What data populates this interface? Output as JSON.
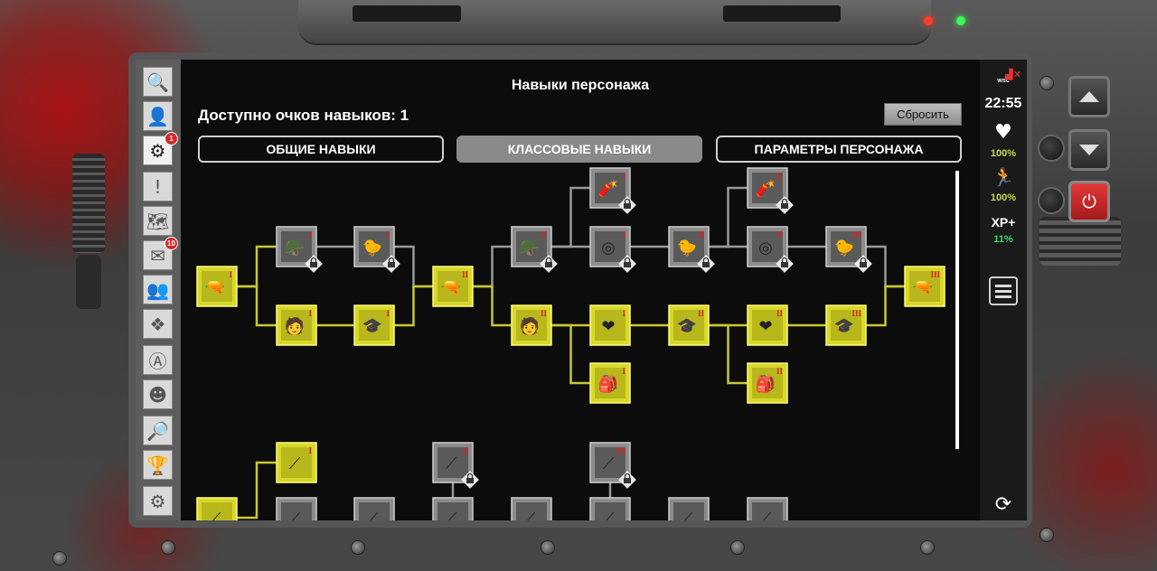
{
  "header": {
    "title": "Навыки персонажа",
    "points_label": "Доступно очков навыков: 1",
    "reset_label": "Сбросить"
  },
  "tabs": [
    {
      "label": "ОБЩИЕ НАВЫКИ",
      "active": false
    },
    {
      "label": "КЛАССОВЫЕ НАВЫКИ",
      "active": true
    },
    {
      "label": "ПАРАМЕТРЫ ПЕРСОНАЖА",
      "active": false
    }
  ],
  "sidebar": {
    "items": [
      {
        "name": "search-person",
        "icon": "🔍",
        "badge": ""
      },
      {
        "name": "character",
        "icon": "👤",
        "badge": ""
      },
      {
        "name": "skills",
        "icon": "⚙",
        "badge": "1"
      },
      {
        "name": "alerts",
        "icon": "!",
        "badge": ""
      },
      {
        "name": "map",
        "icon": "🗺",
        "badge": ""
      },
      {
        "name": "mail",
        "icon": "✉",
        "badge": "10"
      },
      {
        "name": "group",
        "icon": "👥",
        "badge": ""
      },
      {
        "name": "clan",
        "icon": "❖",
        "badge": ""
      },
      {
        "name": "faction",
        "icon": "Ⓐ",
        "badge": ""
      },
      {
        "name": "masks",
        "icon": "☻",
        "badge": ""
      },
      {
        "name": "journal",
        "icon": "🔎",
        "badge": ""
      },
      {
        "name": "trophy",
        "icon": "🏆",
        "badge": ""
      },
      {
        "name": "settings",
        "icon": "⚙",
        "badge": ""
      }
    ]
  },
  "status": {
    "network_label": "wsc",
    "time": "22:55",
    "health": "100%",
    "stamina": "100%",
    "xp_label": "XP+",
    "xp_value": "11%"
  },
  "colors": {
    "active_line": "#c8c832",
    "locked_line": "#9a9a9a",
    "active_tile": "#d8d82a",
    "locked_tile": "#8c8c8c",
    "level_text": "#e02020"
  },
  "skill_tree": {
    "nodes": [
      {
        "id": "n1",
        "icon": "machine-gun-icon",
        "level": "I",
        "state": "active"
      },
      {
        "id": "n2",
        "icon": "helmet-soldier-icon",
        "level": "I",
        "state": "locked"
      },
      {
        "id": "n3",
        "icon": "chick-icon",
        "level": "I",
        "state": "locked"
      },
      {
        "id": "n4",
        "icon": "cap-soldier-icon",
        "level": "I",
        "state": "active"
      },
      {
        "id": "n5",
        "icon": "graduation-cap-icon",
        "level": "I",
        "state": "active"
      },
      {
        "id": "n6",
        "icon": "machine-gun-icon",
        "level": "II",
        "state": "active"
      },
      {
        "id": "n7",
        "icon": "helmet-soldier-icon",
        "level": "II",
        "state": "locked"
      },
      {
        "id": "n8",
        "icon": "cap-soldier-icon",
        "level": "II",
        "state": "active"
      },
      {
        "id": "n9",
        "icon": "detonator-icon",
        "level": "I",
        "state": "locked"
      },
      {
        "id": "n10",
        "icon": "target-icon",
        "level": "I",
        "state": "locked"
      },
      {
        "id": "n11",
        "icon": "heart-hand-icon",
        "level": "I",
        "state": "active"
      },
      {
        "id": "n12",
        "icon": "medkit-icon",
        "level": "I",
        "state": "active"
      },
      {
        "id": "n13",
        "icon": "chick-icon",
        "level": "II",
        "state": "locked"
      },
      {
        "id": "n14",
        "icon": "graduation-cap-icon",
        "level": "II",
        "state": "active"
      },
      {
        "id": "n15",
        "icon": "detonator-icon",
        "level": "II",
        "state": "locked"
      },
      {
        "id": "n16",
        "icon": "target-icon",
        "level": "II",
        "state": "locked"
      },
      {
        "id": "n17",
        "icon": "heart-hand-icon",
        "level": "II",
        "state": "active"
      },
      {
        "id": "n18",
        "icon": "medkit-icon",
        "level": "II",
        "state": "active"
      },
      {
        "id": "n19",
        "icon": "chick-icon",
        "level": "III",
        "state": "locked"
      },
      {
        "id": "n20",
        "icon": "graduation-cap-icon",
        "level": "III",
        "state": "active"
      },
      {
        "id": "n21",
        "icon": "machine-gun-icon",
        "level": "III",
        "state": "active"
      },
      {
        "id": "b1",
        "icon": "sniper-rifle-icon",
        "level": "",
        "state": "active"
      },
      {
        "id": "b2",
        "icon": "sniper-rifle-icon",
        "level": "I",
        "state": "active"
      },
      {
        "id": "b3",
        "icon": "sniper-rifle-icon",
        "level": "",
        "state": "locked"
      },
      {
        "id": "b4",
        "icon": "rifle-icon",
        "level": "II",
        "state": "locked"
      },
      {
        "id": "b5",
        "icon": "rifle-icon",
        "level": "",
        "state": "locked"
      },
      {
        "id": "b6",
        "icon": "rifle-icon",
        "level": "",
        "state": "locked"
      },
      {
        "id": "b7",
        "icon": "rifle-icon",
        "level": "",
        "state": "locked"
      },
      {
        "id": "b8",
        "icon": "rifle-icon",
        "level": "III",
        "state": "locked"
      },
      {
        "id": "b9",
        "icon": "rifle-icon",
        "level": "",
        "state": "locked"
      },
      {
        "id": "b10",
        "icon": "rifle-icon",
        "level": "",
        "state": "locked"
      },
      {
        "id": "b11",
        "icon": "rifle-icon",
        "level": "",
        "state": "locked"
      }
    ]
  }
}
